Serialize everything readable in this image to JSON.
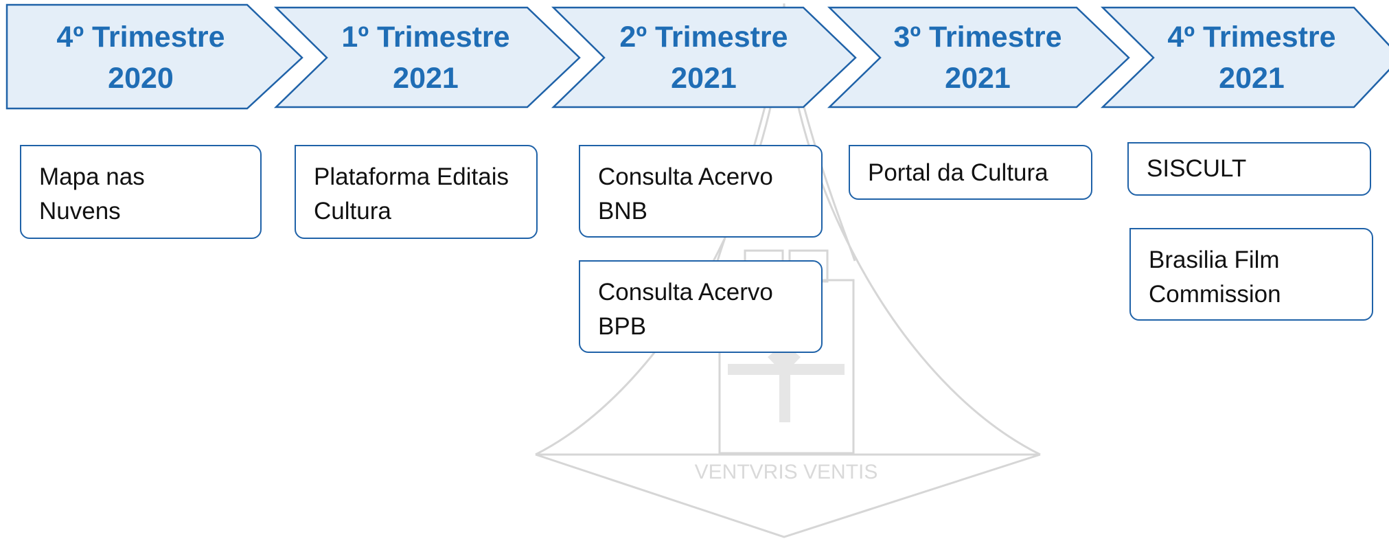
{
  "colors": {
    "chevron_fill": "#e4eef8",
    "chevron_stroke": "#1f62a8",
    "chevron_text": "#1f6db5",
    "card_border": "#1f62a8",
    "watermark": "#d6d6d6"
  },
  "stages": [
    {
      "line1": "4º Trimestre",
      "line2": "2020"
    },
    {
      "line1": "1º Trimestre",
      "line2": "2021"
    },
    {
      "line1": "2º Trimestre",
      "line2": "2021"
    },
    {
      "line1": "3º Trimestre",
      "line2": "2021"
    },
    {
      "line1": "4º Trimestre",
      "line2": "2021"
    }
  ],
  "items": {
    "mapa_nas_nuvens": "Mapa nas Nuvens",
    "plataforma_editais": "Plataforma Editais Cultura",
    "consulta_acervo_bnb": "Consulta Acervo BNB",
    "consulta_acervo_bpb": "Consulta Acervo BPB",
    "portal_da_cultura": "Portal da Cultura",
    "siscult": "SISCULT",
    "brasilia_film_commission": "Brasilia Film Commission"
  },
  "watermark": {
    "motto": "VENTVRIS VENTIS"
  }
}
